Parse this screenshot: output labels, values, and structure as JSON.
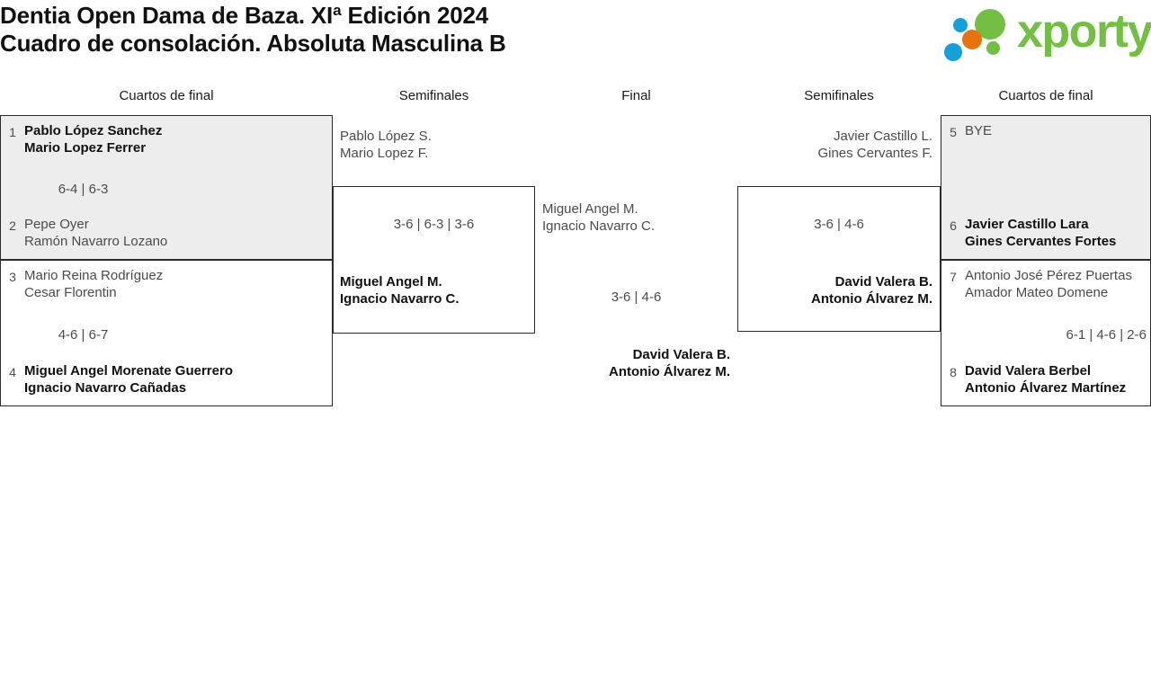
{
  "header": {
    "title_line1": "Dentia Open Dama de Baza. XIª Edición 2024",
    "title_line2": "Cuadro de consolación. Absoluta Masculina B",
    "logo_text": "xporty",
    "logo_colors": {
      "green": "#72bf44",
      "blue": "#169fda",
      "orange": "#e8720c"
    }
  },
  "rounds": [
    {
      "label": "Cuartos de final"
    },
    {
      "label": "Semifinales"
    },
    {
      "label": "Final"
    },
    {
      "label": "Semifinales"
    },
    {
      "label": "Cuartos de final"
    }
  ],
  "bracket": {
    "left_quarterfinals": [
      {
        "shaded": true,
        "score": "6-4 | 6-3",
        "top": {
          "seed": "1",
          "line1": "Pablo López Sanchez",
          "line2": "Mario Lopez Ferrer",
          "winner": true
        },
        "bottom": {
          "seed": "2",
          "line1": "Pepe Oyer",
          "line2": "Ramón Navarro Lozano",
          "winner": false
        }
      },
      {
        "shaded": false,
        "score": "4-6 | 6-7",
        "top": {
          "seed": "3",
          "line1": "Mario Reina Rodríguez",
          "line2": "Cesar Florentin",
          "winner": false
        },
        "bottom": {
          "seed": "4",
          "line1": "Miguel Angel Morenate Guerrero",
          "line2": "Ignacio Navarro Cañadas",
          "winner": true
        }
      }
    ],
    "left_semifinal": {
      "score": "3-6 | 6-3 | 3-6",
      "top": {
        "line1": "Pablo López S.",
        "line2": "Mario Lopez F.",
        "winner": false
      },
      "bottom": {
        "line1": "Miguel Angel M.",
        "line2": "Ignacio Navarro C.",
        "winner": true
      }
    },
    "final": {
      "score": "3-6 | 4-6",
      "top": {
        "line1": "Miguel Angel M.",
        "line2": "Ignacio Navarro C.",
        "winner": false
      },
      "bottom": {
        "line1": "David Valera B.",
        "line2": "Antonio Álvarez M.",
        "winner": true
      }
    },
    "right_semifinal": {
      "score": "3-6 | 4-6",
      "top": {
        "line1": "Javier Castillo L.",
        "line2": "Gines Cervantes F.",
        "winner": false
      },
      "bottom": {
        "line1": "David Valera B.",
        "line2": "Antonio Álvarez M.",
        "winner": true
      }
    },
    "right_quarterfinals": [
      {
        "shaded": true,
        "score": "",
        "top": {
          "seed": "5",
          "line1": "BYE",
          "line2": "",
          "winner": false
        },
        "bottom": {
          "seed": "6",
          "line1": "Javier Castillo Lara",
          "line2": "Gines Cervantes Fortes",
          "winner": true
        }
      },
      {
        "shaded": false,
        "score": "6-1 | 4-6 | 2-6",
        "top": {
          "seed": "7",
          "line1": "Antonio José Pérez Puertas",
          "line2": "Amador Mateo Domene",
          "winner": false
        },
        "bottom": {
          "seed": "8",
          "line1": "David Valera Berbel",
          "line2": "Antonio Álvarez Martínez",
          "winner": true
        }
      }
    ]
  }
}
